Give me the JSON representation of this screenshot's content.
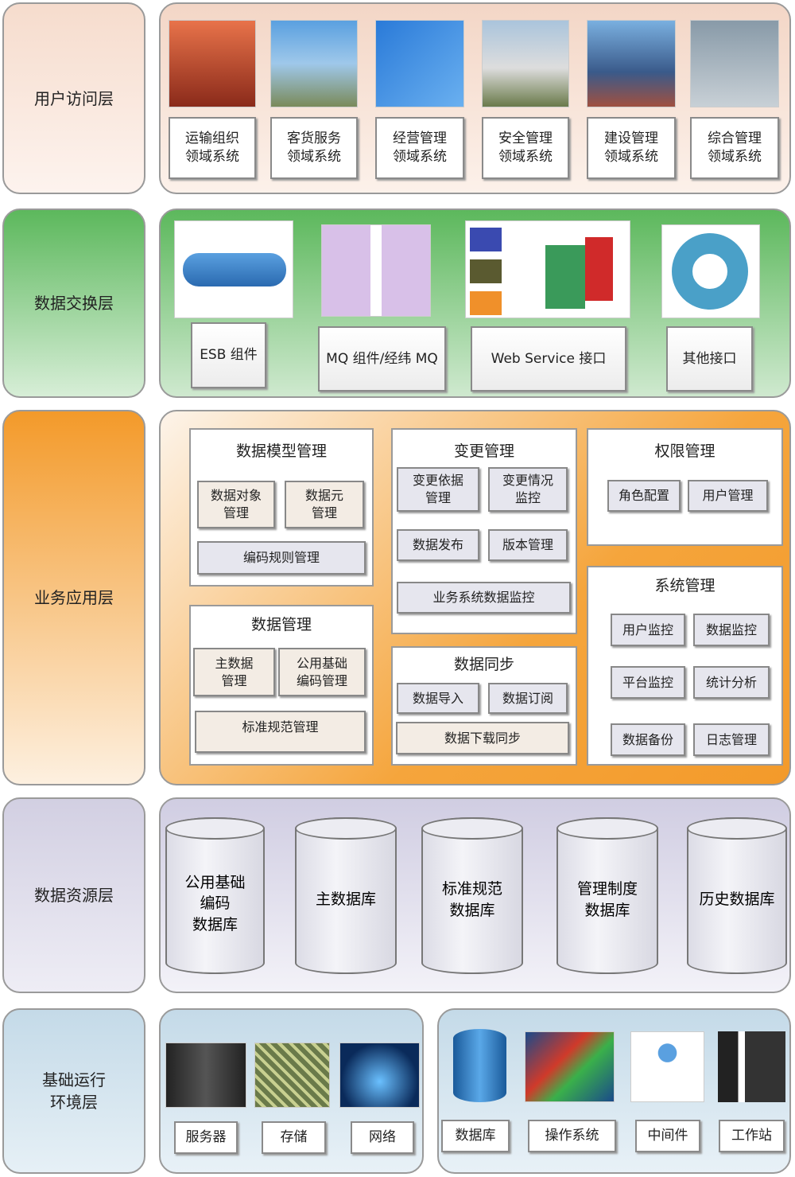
{
  "layers": {
    "user_access": {
      "label": "用户访问层",
      "items": [
        "运输组织\n领域系统",
        "客货服务\n领域系统",
        "经营管理\n领域系统",
        "安全管理\n领域系统",
        "建设管理\n领域系统",
        "综合管理\n领域系统"
      ]
    },
    "data_exchange": {
      "label": "数据交换层",
      "items": [
        "ESB 组件",
        "MQ 组件/经纬 MQ",
        "Web Service 接口",
        "其他接口"
      ]
    },
    "business_app": {
      "label": "业务应用层",
      "data_model": {
        "title": "数据模型管理",
        "items": [
          "数据对象\n管理",
          "数据元\n管理",
          "编码规则管理"
        ]
      },
      "data_mgmt": {
        "title": "数据管理",
        "items": [
          "主数据\n管理",
          "公用基础\n编码管理",
          "标准规范管理"
        ]
      },
      "change": {
        "title": "变更管理",
        "items": [
          "变更依据\n管理",
          "变更情况\n监控",
          "数据发布",
          "版本管理",
          "业务系统数据监控"
        ]
      },
      "sync": {
        "title": "数据同步",
        "items": [
          "数据导入",
          "数据订阅",
          "数据下载同步"
        ]
      },
      "permission": {
        "title": "权限管理",
        "items": [
          "角色配置",
          "用户管理"
        ]
      },
      "system": {
        "title": "系统管理",
        "items": [
          "用户监控",
          "数据监控",
          "平台监控",
          "统计分析",
          "数据备份",
          "日志管理"
        ]
      }
    },
    "data_resource": {
      "label": "数据资源层",
      "items": [
        "公用基础\n编码\n数据库",
        "主数据库",
        "标准规范\n数据库",
        "管理制度\n数据库",
        "历史数据库"
      ]
    },
    "infrastructure": {
      "label": "基础运行\n环境层",
      "hardware": [
        "服务器",
        "存储",
        "网络"
      ],
      "software": [
        "数据库",
        "操作系统",
        "中间件",
        "工作站"
      ]
    }
  }
}
